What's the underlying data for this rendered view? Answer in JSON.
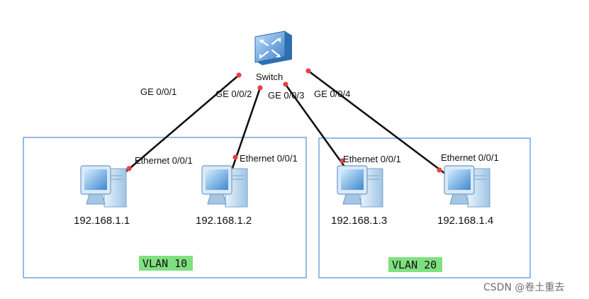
{
  "switch": {
    "label": "Switch"
  },
  "ports": [
    "GE 0/0/1",
    "GE 0/0/2",
    "GE 0/0/3",
    "GE 0/0/4"
  ],
  "pcs": [
    {
      "ip": "192.168.1.1",
      "port": "Ethernet 0/0/1"
    },
    {
      "ip": "192.168.1.2",
      "port": "Ethernet 0/0/1"
    },
    {
      "ip": "192.168.1.3",
      "port": "Ethernet 0/0/1"
    },
    {
      "ip": "192.168.1.4",
      "port": "Ethernet 0/0/1"
    }
  ],
  "vlans": [
    {
      "label": "VLAN 10"
    },
    {
      "label": "VLAN 20"
    }
  ],
  "watermark": "CSDN @卷土重去",
  "colors": {
    "link": "#111111",
    "endpoint": "#e8413c",
    "vlan_border": "#4a90d9",
    "vlan_label_bg": "#7fe07f",
    "switch_blue": "#4f8fd0"
  }
}
